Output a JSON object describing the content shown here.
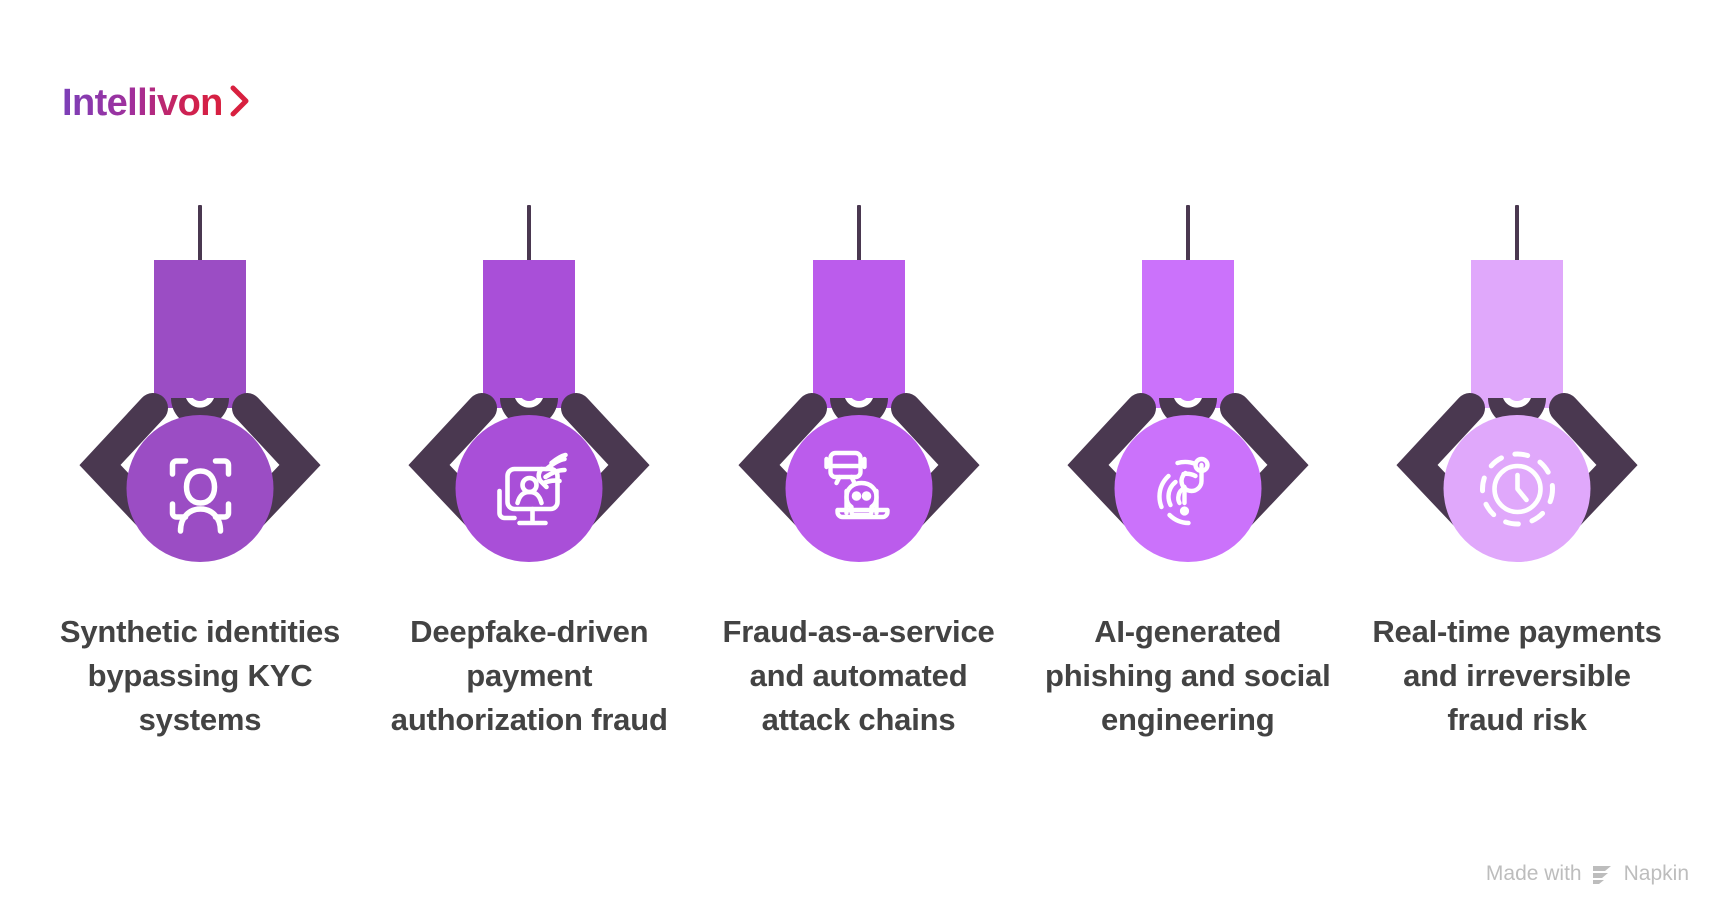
{
  "brand": {
    "name": "Intellivon",
    "chevron_icon": "chevron-right-icon",
    "gradient_start": "#7b3fb8",
    "gradient_mid": "#a32f9a",
    "gradient_end": "#d8203f"
  },
  "diagram": {
    "type": "claw-machine-row",
    "arm_color": "#4a3850",
    "label_color": "#434343",
    "background": "#ffffff",
    "items": [
      {
        "label": "Synthetic identities bypassing KYC systems",
        "head_color": "#9b4dc4",
        "bubble_color": "#9b4dc4",
        "icon": "face-scan-identity-icon"
      },
      {
        "label": "Deepfake-driven payment authorization fraud",
        "head_color": "#a94fd8",
        "bubble_color": "#a94fd8",
        "icon": "monitor-person-hand-icon"
      },
      {
        "label": "Fraud-as-a-service and automated attack chains",
        "head_color": "#bb5cec",
        "bubble_color": "#bb5cec",
        "icon": "laptop-skull-server-icon"
      },
      {
        "label": "AI-generated phishing and social engineering",
        "head_color": "#cb72fb",
        "bubble_color": "#cb72fb",
        "icon": "fingerprint-fishhook-icon"
      },
      {
        "label": "Real-time payments and irreversible fraud risk",
        "head_color": "#e0a8fb",
        "bubble_color": "#e0a8fb",
        "icon": "clock-dashed-ring-icon"
      }
    ]
  },
  "watermark": {
    "text_prefix": "Made with",
    "brand": "Napkin",
    "logo_icon": "napkin-logo-icon",
    "color": "#bdbdbd"
  }
}
